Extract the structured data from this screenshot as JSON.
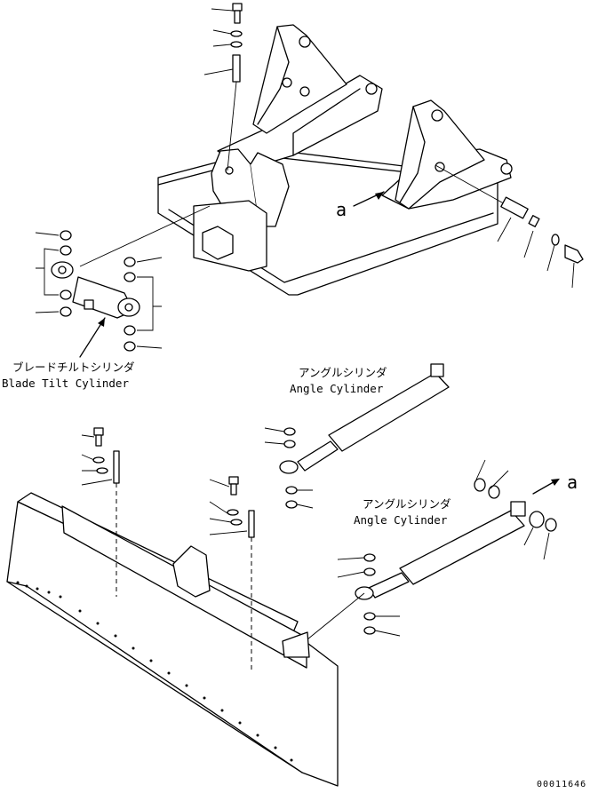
{
  "labels": {
    "tilt_cylinder_jp": "ブレードチルトシリンダ",
    "tilt_cylinder_en": "Blade Tilt Cylinder",
    "angle_cylinder_1_jp": "アングルシリンダ",
    "angle_cylinder_1_en": "Angle Cylinder",
    "angle_cylinder_2_jp": "アングルシリンダ",
    "angle_cylinder_2_en": "Angle Cylinder",
    "ref_a_1": "a",
    "ref_a_2": "a",
    "drawing_number": "00011646"
  }
}
